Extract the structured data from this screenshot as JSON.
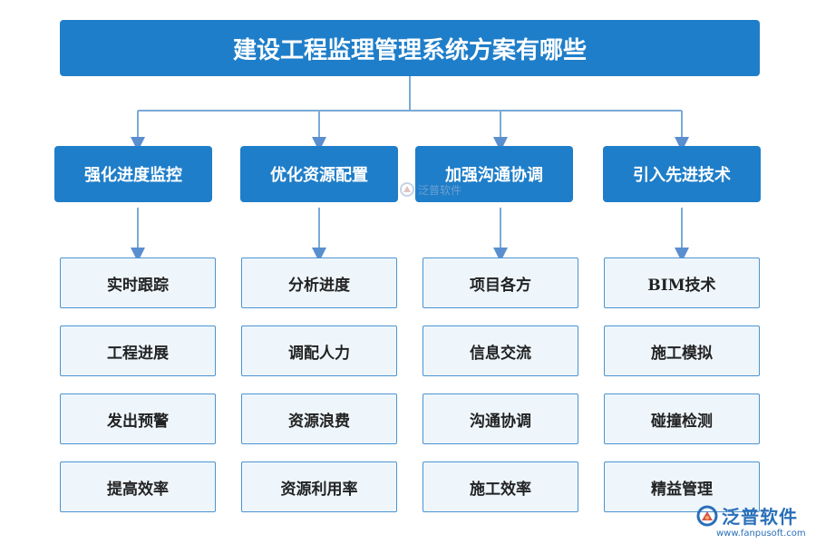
{
  "title": "建设工程监理管理系统方案有哪些",
  "columns": [
    {
      "label": "强化进度监控",
      "items": [
        "实时跟踪",
        "工程进展",
        "发出预警",
        "提高效率"
      ]
    },
    {
      "label": "优化资源配置",
      "items": [
        "分析进度",
        "调配人力",
        "资源浪费",
        "资源利用率"
      ]
    },
    {
      "label": "加强沟通协调",
      "items": [
        "项目各方",
        "信息交流",
        "沟通协调",
        "施工效率"
      ]
    },
    {
      "label": "引入先进技术",
      "items": [
        "BIM技术",
        "施工模拟",
        "碰撞检测",
        "精益管理"
      ]
    }
  ],
  "watermark": {
    "text": "泛普软件"
  },
  "logo": {
    "name": "泛普软件",
    "url": "www.fanpusoft.com"
  },
  "colors": {
    "primary": "#1f7ec9",
    "item_border": "#4d93cf",
    "item_fill": "#eef6fc",
    "connector": "#7aaad6"
  }
}
